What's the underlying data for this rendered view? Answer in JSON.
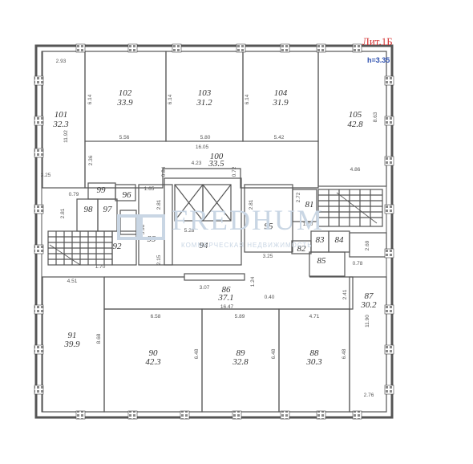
{
  "header": {
    "litera": "Лит.1Б",
    "ceiling_height": "h=3.35"
  },
  "watermark": {
    "name": "FREDHUM",
    "tagline": "КОММЕРЧЕСКАЯ НЕДВИЖИМОСТЬ"
  },
  "rooms": [
    {
      "id": "101",
      "area": "32.3"
    },
    {
      "id": "102",
      "area": "33.9"
    },
    {
      "id": "103",
      "area": "31.2"
    },
    {
      "id": "104",
      "area": "31.9"
    },
    {
      "id": "105",
      "area": "42.8"
    },
    {
      "id": "100",
      "area": "33.5"
    },
    {
      "id": "99",
      "area": ""
    },
    {
      "id": "96",
      "area": ""
    },
    {
      "id": "98",
      "area": ""
    },
    {
      "id": "97",
      "area": ""
    },
    {
      "id": "92",
      "area": ""
    },
    {
      "id": "93",
      "area": ""
    },
    {
      "id": "94",
      "area": ""
    },
    {
      "id": "95",
      "area": ""
    },
    {
      "id": "81",
      "area": ""
    },
    {
      "id": "83",
      "area": ""
    },
    {
      "id": "84",
      "area": ""
    },
    {
      "id": "82",
      "area": ""
    },
    {
      "id": "85",
      "area": ""
    },
    {
      "id": "86",
      "area": "37.1"
    },
    {
      "id": "87",
      "area": "30.2"
    },
    {
      "id": "91",
      "area": "39.9"
    },
    {
      "id": "90",
      "area": "42.3"
    },
    {
      "id": "89",
      "area": "32.8"
    },
    {
      "id": "88",
      "area": "30.3"
    },
    {
      "id": "95",
      "area": ""
    }
  ],
  "dimensions": [
    "2.93",
    "6.14",
    "6.14",
    "6.14",
    "8.63",
    "11.92",
    "5.56",
    "5.80",
    "5.42",
    "16.05",
    "4.23",
    "2.36",
    "3.25",
    "0.84",
    "0.72",
    "4.86",
    "1.65",
    "2.81",
    "2.81",
    "2.72",
    "1.70",
    "2.81",
    "0.79",
    "5.98",
    "5.28",
    "2.15",
    "3.25",
    "1.70",
    "0.78",
    "2.69",
    "4.51",
    "3.07",
    "1.24",
    "0.40",
    "16.47",
    "6.58",
    "5.89",
    "4.71",
    "2.41",
    "11.90",
    "8.68",
    "6.48",
    "6.48",
    "6.48",
    "2.76"
  ]
}
